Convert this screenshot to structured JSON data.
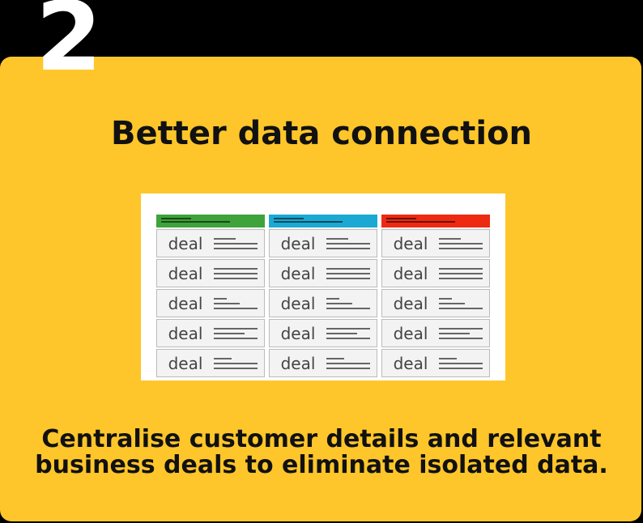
{
  "step_number": "2",
  "title": "Better data connection",
  "illustration": {
    "columns": [
      {
        "color": "#3EA33A",
        "cards": [
          "deal",
          "deal",
          "deal",
          "deal",
          "deal"
        ]
      },
      {
        "color": "#1BA9D3",
        "cards": [
          "deal",
          "deal",
          "deal",
          "deal",
          "deal"
        ]
      },
      {
        "color": "#EE2A12",
        "cards": [
          "deal",
          "deal",
          "deal",
          "deal",
          "deal"
        ]
      }
    ]
  },
  "description_line1": "Centralise customer details and relevant",
  "description_line2": "business deals to eliminate isolated data.",
  "colors": {
    "card_background": "#FEC62A",
    "page_background": "#000000",
    "number": "#FFFFFF"
  }
}
